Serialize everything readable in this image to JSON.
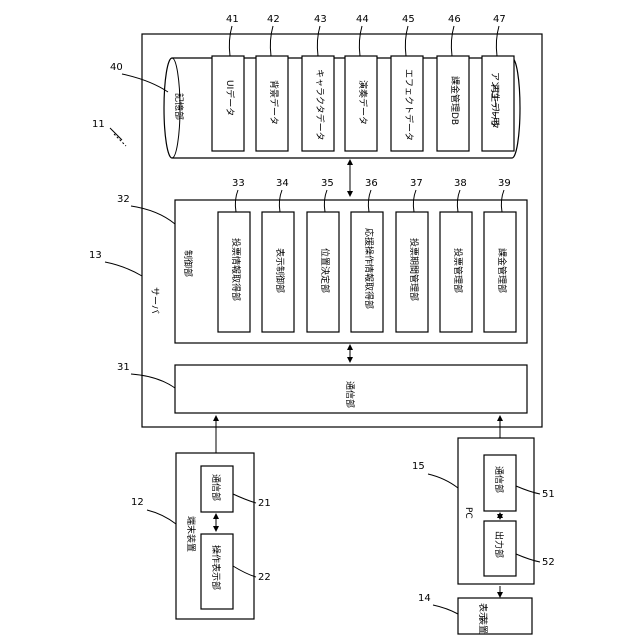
{
  "labels": {
    "server": "サーバ",
    "storage": "記憶部",
    "control": "制御部",
    "comm": "通信部",
    "terminal": "端末装置",
    "terminal_comm": "通信部",
    "terminal_ops": "操作表示部",
    "pc": "PC",
    "pc_comm": "通信部",
    "pc_output": "出力部",
    "display": "表示装置"
  },
  "data_items": [
    {
      "label": "UIデータ",
      "ref": "41"
    },
    {
      "label": "背景データ",
      "ref": "42"
    },
    {
      "label": "キャラクタデータ",
      "ref": "43"
    },
    {
      "label": "演奏データ",
      "ref": "44"
    },
    {
      "label": "エフェクトデータ",
      "ref": "45"
    },
    {
      "label": "課金管理DB",
      "ref": "46"
    },
    {
      "label": "アンコール用再生データ",
      "ref": "47"
    }
  ],
  "control_items": [
    {
      "label": "投票情報取得部",
      "ref": "33"
    },
    {
      "label": "表示制御部",
      "ref": "34"
    },
    {
      "label": "位置決定部",
      "ref": "35"
    },
    {
      "label": "応援操作情報取得部",
      "ref": "36"
    },
    {
      "label": "投票期間管理部",
      "ref": "37"
    },
    {
      "label": "投票管理部",
      "ref": "38"
    },
    {
      "label": "課金管理部",
      "ref": "39"
    }
  ],
  "refs": {
    "system": "11",
    "terminal": "12",
    "server": "13",
    "display": "14",
    "pc": "15",
    "terminal_comm": "21",
    "terminal_ops": "22",
    "comm": "31",
    "control": "32",
    "storage": "40",
    "pc_comm": "51",
    "pc_output": "52"
  }
}
